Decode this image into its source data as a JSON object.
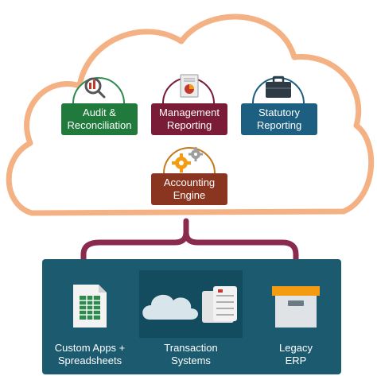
{
  "colors": {
    "cloud_border": "#f4b183",
    "panel_bg": "#1b5a6f",
    "panel_highlight": "#144c5f",
    "connector": "#8b2a4f",
    "audit": "#1f7a3b",
    "management": "#7a1b38",
    "statutory": "#1c5f80",
    "accounting": "#8a3520"
  },
  "cloud": {
    "boxes": [
      {
        "line1": "Audit &",
        "line2": "Reconciliation",
        "icon": "magnifier-chart-icon"
      },
      {
        "line1": "Management",
        "line2": "Reporting",
        "icon": "report-document-icon"
      },
      {
        "line1": "Statutory",
        "line2": "Reporting",
        "icon": "briefcase-icon"
      }
    ],
    "engine": {
      "line1": "Accounting",
      "line2": "Engine",
      "icon": "gears-icon"
    }
  },
  "systems": [
    {
      "line1": "Custom Apps +",
      "line2": "Spreadsheets",
      "icon": "spreadsheet-icon"
    },
    {
      "line1": "Transaction",
      "line2": "Systems",
      "icon": "cloud-server-icon"
    },
    {
      "line1": "Legacy",
      "line2": "ERP",
      "icon": "archive-box-icon"
    }
  ]
}
